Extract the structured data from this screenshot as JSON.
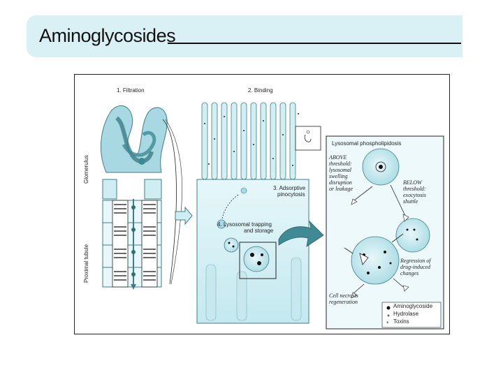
{
  "header": {
    "title": "Aminoglycosides"
  },
  "figure": {
    "step1": "1. Filtration",
    "step2": "2. Binding",
    "step3_line1": "3. Adsorptive",
    "step3_line2": "pinocytosis",
    "step4_line1": "4. Lysosomal trapping",
    "step4_line2": "and storage",
    "glomerulus": "Glomerulus",
    "proximal_tubule": "Proximal tubule",
    "inset": {
      "title": "Lysosomal phospholipidosis",
      "above_1": "ABOVE",
      "above_2": "threshold:",
      "above_3": "lysosomal",
      "above_4": "swelling",
      "above_5": "disruption",
      "above_6": "or leakage",
      "below_1": "BELOW",
      "below_2": "threshold:",
      "below_3": "exocytosis",
      "below_4": "shuttle",
      "regression_1": "Regression of",
      "regression_2": "drug-induced",
      "regression_3": "changes",
      "necrosis_1": "Cell necrosis",
      "necrosis_2": "regeneration",
      "legend": [
        "Aminoglycoside",
        "Hydrolase",
        "Toxins"
      ]
    }
  }
}
